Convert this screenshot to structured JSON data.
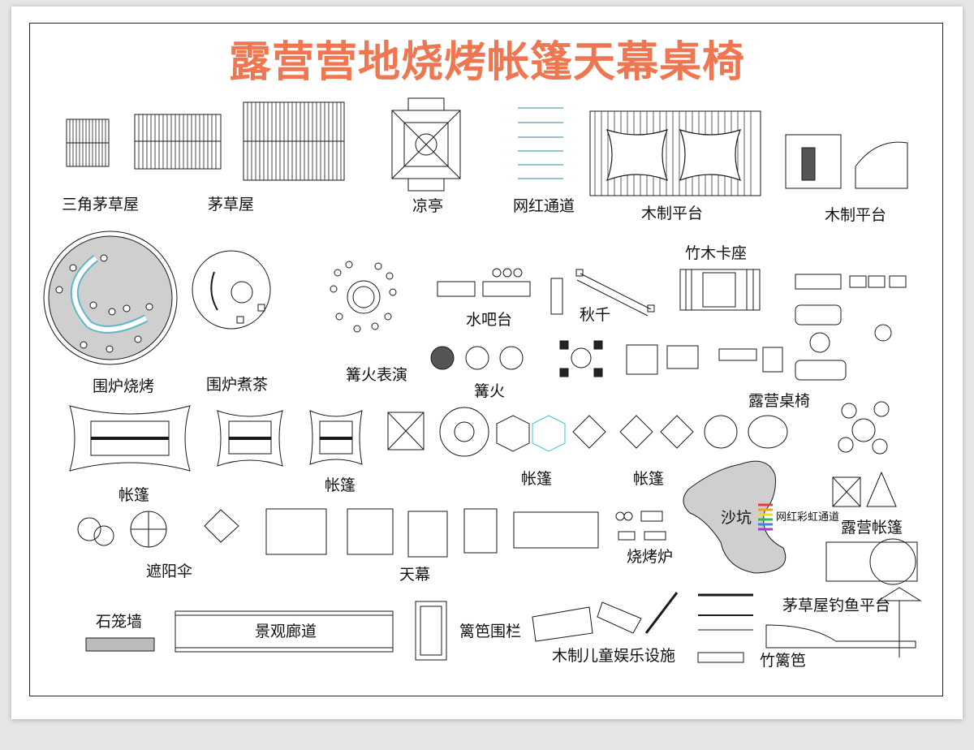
{
  "title": "露营营地烧烤帐篷天幕桌椅",
  "labels": {
    "triangle_hut": "三角茅草屋",
    "thatched_hut": "茅草屋",
    "pavilion": "凉亭",
    "influencer_walkway": "网红通道",
    "wood_platform_1": "木制平台",
    "wood_platform_2": "木制平台",
    "bamboo_booth": "竹木卡座",
    "water_bar": "水吧台",
    "swing": "秋千",
    "stove_bbq": "围炉烧烤",
    "stove_tea": "围炉煮茶",
    "bonfire_show": "篝火表演",
    "bonfire": "篝火",
    "camp_tables": "露营桌椅",
    "tent_1": "帐篷",
    "tent_2": "帐篷",
    "tent_3": "帐篷",
    "tent_4": "帐篷",
    "sandpit": "沙坑",
    "rainbow_walkway": "网红彩虹通道",
    "camping_tent": "露营帐篷",
    "parasol": "遮阳伞",
    "canopy": "天幕",
    "bbq_grill": "烧烤炉",
    "gabion_wall": "石笼墙",
    "landscape_corridor": "景观廊道",
    "fence": "篱笆围栏",
    "kids_play": "木制儿童娱乐设施",
    "fishing_platform": "茅草屋钓鱼平台",
    "bamboo_fence": "竹篱笆"
  },
  "colors": {
    "title": "#ee7752",
    "line": "#1a1a1a",
    "fill_gray": "#cfcfcf",
    "accent_cyan": "#5fb8c8",
    "accent_magenta": "#d040c0"
  }
}
